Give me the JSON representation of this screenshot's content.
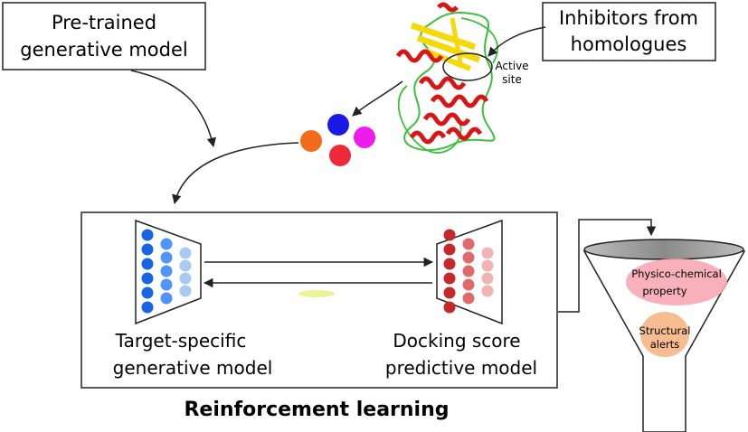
{
  "boxes": {
    "pretrained": [
      "Pre-trained",
      "generative model"
    ],
    "inhibitors": [
      "Inhibitors from",
      "homologues"
    ]
  },
  "protein": {
    "active_site": [
      "Active",
      "site"
    ]
  },
  "rl": {
    "title": "Reinforcement learning",
    "generator": [
      "Target-specific",
      "generative model"
    ],
    "predictor": [
      "Docking score",
      "predictive model"
    ]
  },
  "funnel": {
    "filter1": [
      "Physico-chemical",
      "property"
    ],
    "filter2": [
      "Structural",
      "alerts"
    ]
  },
  "colors": {
    "blue_dark": "#1565e6",
    "blue_mid": "#4f94ff",
    "blue_light": "#a9caf5",
    "red_dark": "#c62828",
    "red_mid": "#e06a6a",
    "red_light": "#f2b3b3",
    "molecule_orange": "#f26a1b",
    "molecule_blue": "#1a1ae6",
    "molecule_magenta": "#ee1aee",
    "molecule_red": "#ee2a3a",
    "filter_pink": "#f7a8b4",
    "filter_orange": "#f7b98a"
  }
}
